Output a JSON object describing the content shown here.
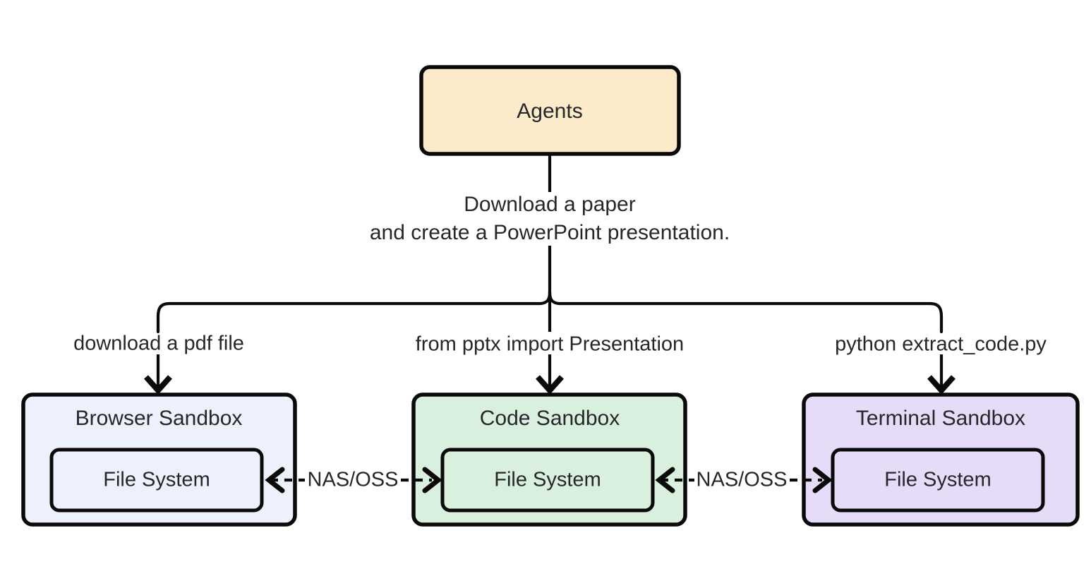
{
  "diagram": {
    "type": "flowchart",
    "direction": "top-down",
    "background_color": "#ffffff",
    "stroke_color": "#0a0a0a",
    "text_color": "#26262b"
  },
  "nodes": {
    "agents": {
      "label": "Agents",
      "fill": "#FBEBCB",
      "stroke": "#0a0a0a"
    },
    "browser_sandbox": {
      "label": "Browser Sandbox",
      "fill": "#EDF1FB",
      "stroke": "#0a0a0a",
      "inner": {
        "label": "File System",
        "fill": "#EDF1FB"
      }
    },
    "code_sandbox": {
      "label": "Code Sandbox",
      "fill": "#D9F0DE",
      "stroke": "#0a0a0a",
      "inner": {
        "label": "File System",
        "fill": "#D9F0DE"
      }
    },
    "terminal_sandbox": {
      "label": "Terminal Sandbox",
      "fill": "#E6DCF7",
      "stroke": "#0a0a0a",
      "inner": {
        "label": "File System",
        "fill": "#E6DCF7"
      }
    }
  },
  "edges": {
    "task": {
      "line1": "Download a paper",
      "line2": "and create a PowerPoint presentation."
    },
    "to_browser": {
      "label": "download a pdf file"
    },
    "to_code": {
      "label": "from pptx import Presentation"
    },
    "to_terminal": {
      "label": "python extract_code.py"
    },
    "browser_code_link": {
      "label": "NAS/OSS",
      "style": "dashed-bidirectional"
    },
    "code_terminal_link": {
      "label": "NAS/OSS",
      "style": "dashed-bidirectional"
    }
  }
}
